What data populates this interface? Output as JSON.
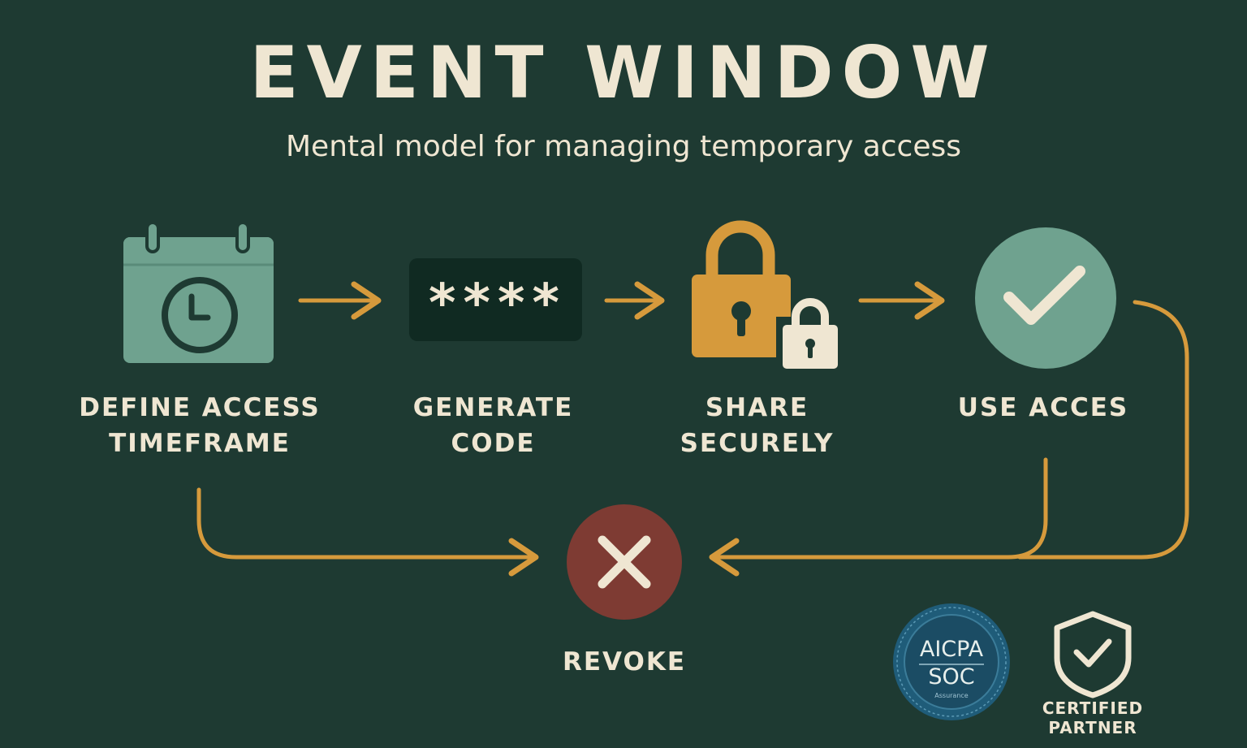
{
  "header": {
    "title": "EVENT WINDOW",
    "subtitle": "Mental model for managing temporary access"
  },
  "steps": [
    {
      "id": "define",
      "label_lines": [
        "DEFINE ACCESS",
        "TIMEFRAME"
      ],
      "icon": "calendar-clock-icon"
    },
    {
      "id": "generate",
      "label_lines": [
        "GENERATE",
        "CODE"
      ],
      "icon": "masked-code-icon",
      "code_text": "****"
    },
    {
      "id": "share",
      "label_lines": [
        "SHARE",
        "SECURELY"
      ],
      "icon": "padlock-icon"
    },
    {
      "id": "use",
      "label_lines": [
        "USE ACCES"
      ],
      "icon": "checkmark-circle-icon"
    },
    {
      "id": "revoke",
      "label_lines": [
        "REVOKE"
      ],
      "icon": "close-circle-icon"
    }
  ],
  "badges": {
    "aicpa": {
      "line1": "AICPA",
      "line2": "SOC",
      "small_text": "Assurance"
    },
    "partner": {
      "label_lines": [
        "CERTIFIED",
        "PARTNER"
      ],
      "icon": "shield-check-icon"
    }
  },
  "colors": {
    "background": "#1e3a32",
    "text": "#efe6d2",
    "accent_orange": "#d69a3c",
    "sage": "#6fa28f",
    "code_box": "#102a22",
    "revoke_red": "#7e3b33",
    "seal_blue": "#1f5c79"
  }
}
